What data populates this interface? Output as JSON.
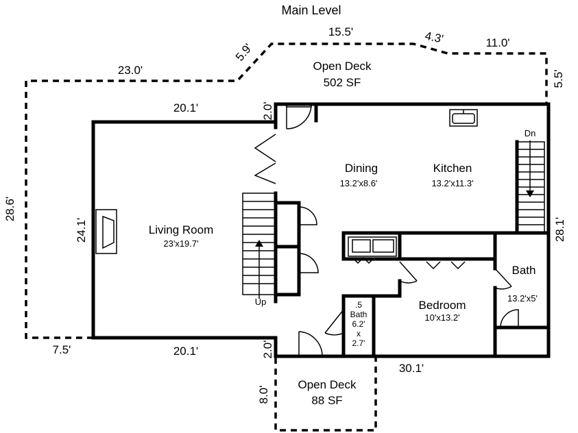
{
  "title": "Main Level",
  "rooms": {
    "living": {
      "name": "Living Room",
      "size": "23'x19.7'"
    },
    "dining": {
      "name": "Dining",
      "size": "13.2'x8.6'"
    },
    "kitchen": {
      "name": "Kitchen",
      "size": "13.2'x11.3'"
    },
    "bedroom": {
      "name": "Bedroom",
      "size": "10'x13.2'"
    },
    "bath": {
      "name": "Bath",
      "size": "13.2'x5'"
    },
    "half_bath": {
      "line1": ".5",
      "line2": "Bath",
      "line3": "6.2'",
      "line4": "x",
      "line5": "2.7'"
    }
  },
  "decks": {
    "upper": {
      "name": "Open Deck",
      "area": "502 SF"
    },
    "lower": {
      "name": "Open Deck",
      "area": "88 SF"
    }
  },
  "stairs": {
    "down": "Dn",
    "up": "Up"
  },
  "dimensions": {
    "deck_left": "23.0'",
    "deck_diag_left": "5.9'",
    "deck_top": "15.5'",
    "deck_diag_right": "4.3'",
    "deck_top_right": "11.0'",
    "deck_right": "5.5'",
    "deck_left_side": "28.6'",
    "deck_bottom_left": "7.5'",
    "living_top": "20.1'",
    "living_bottom": "20.1'",
    "living_left": "24.1'",
    "step_top": "2.0'",
    "step_bottom": "2.0'",
    "house_right": "28.1'",
    "house_bottom": "30.1'",
    "lower_deck_left": "8.0'"
  }
}
